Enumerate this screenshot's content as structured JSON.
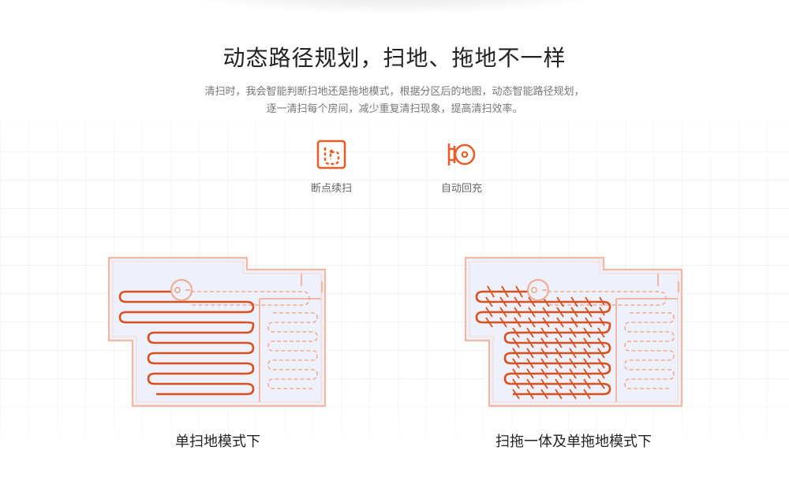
{
  "header": {
    "title": "动态路径规划，扫地、拖地不一样",
    "desc_line1": "清扫时，我会智能判断扫地还是拖地模式，根据分区后的地图，动态智能路径规划，",
    "desc_line2": "逐一清扫每个房间，减少重复清扫现象，提高清扫效率。"
  },
  "features": [
    {
      "label": "断点续扫",
      "icon": "resume-cleaning-icon"
    },
    {
      "label": "自动回充",
      "icon": "auto-recharge-icon"
    }
  ],
  "diagrams": [
    {
      "caption": "单扫地模式下",
      "icon": "sweep-only-route-map"
    },
    {
      "caption": "扫拖一体及单拖地模式下",
      "icon": "sweep-mop-route-map"
    }
  ],
  "colors": {
    "accent": "#e65c2a",
    "route": "#d8501f",
    "room_fill": "#eef1fb",
    "room_border": "#f2b8a4",
    "dashed_route": "#f0a98e"
  }
}
